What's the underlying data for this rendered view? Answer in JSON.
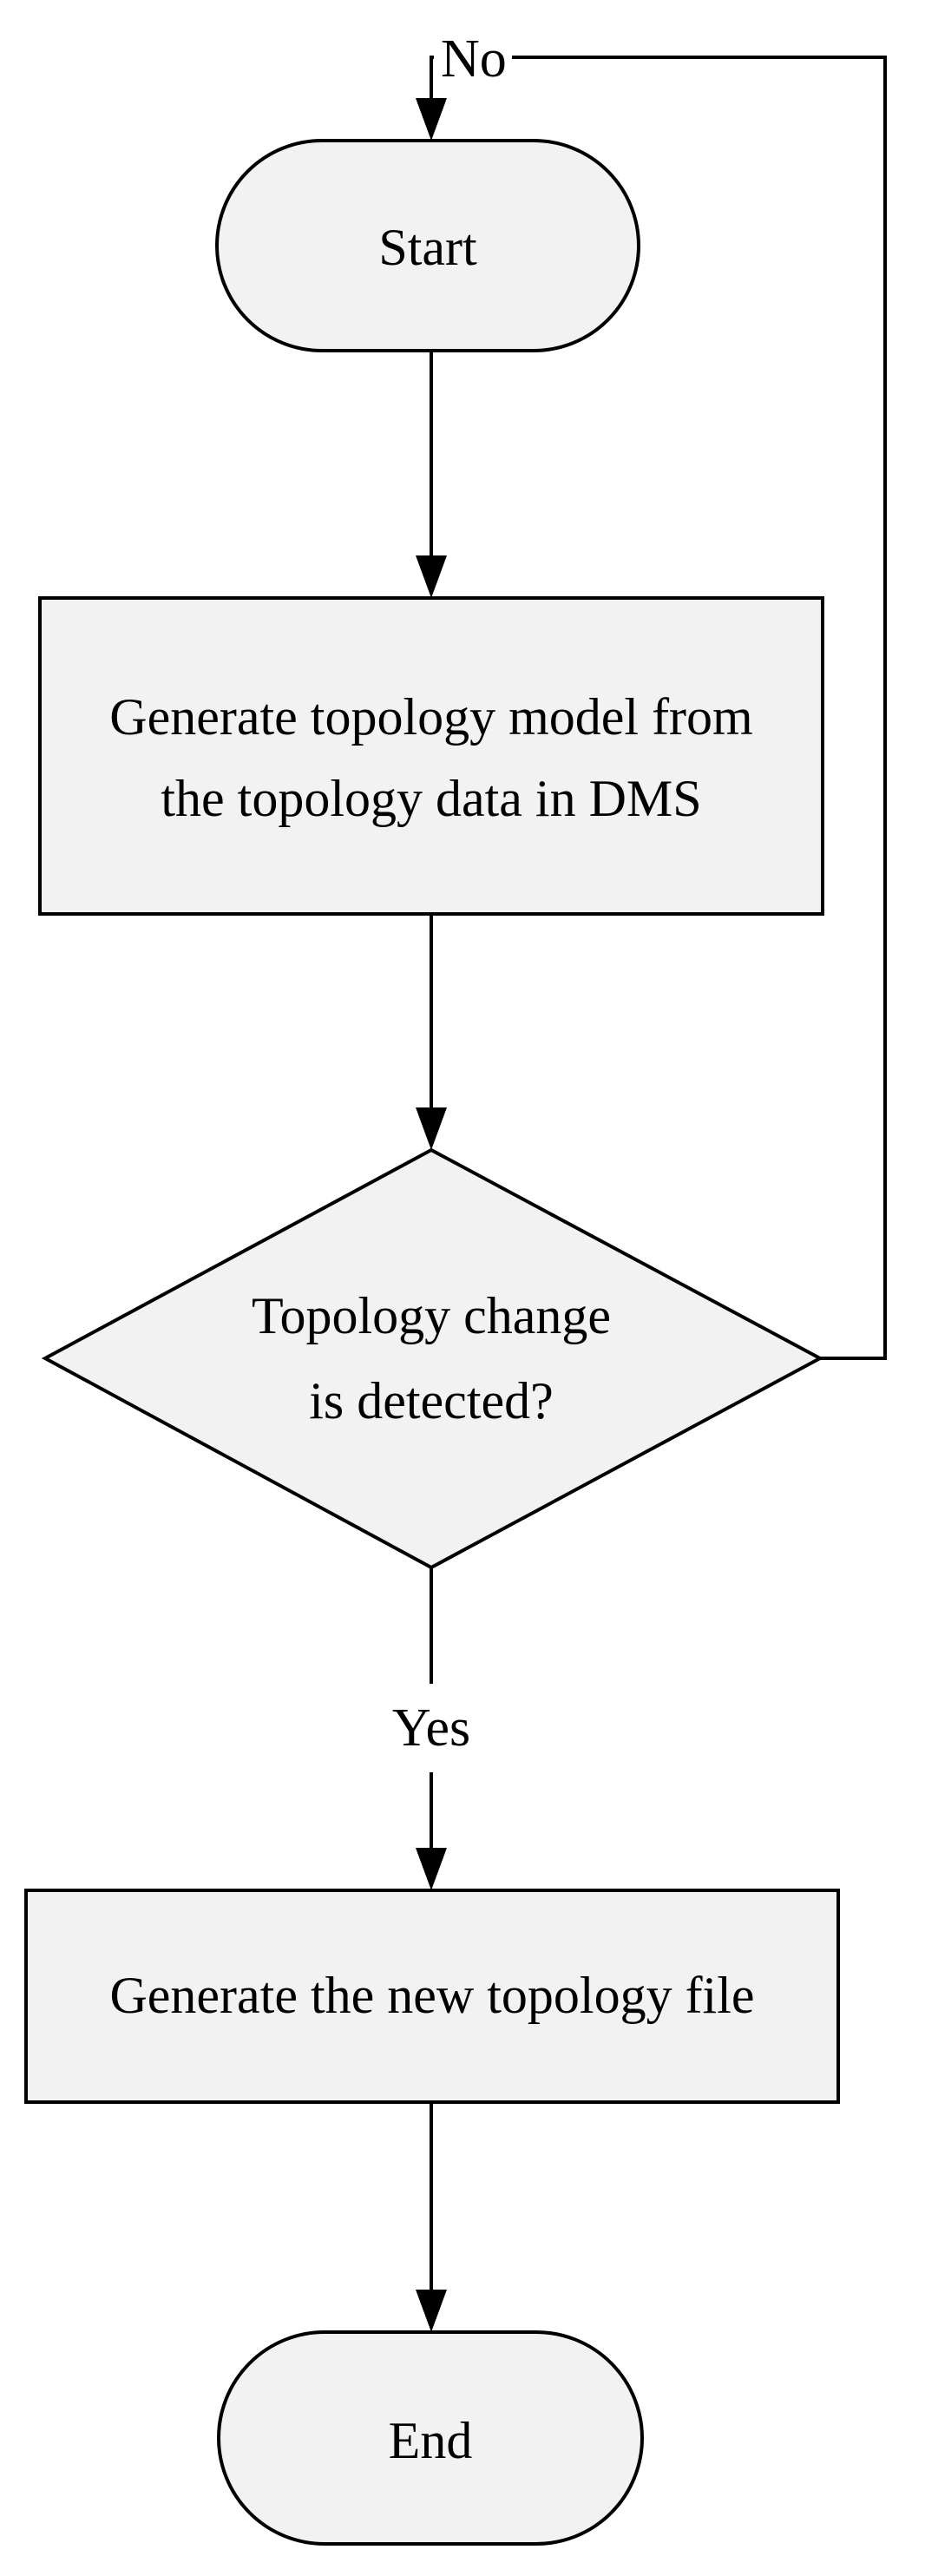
{
  "diagram": {
    "type": "flowchart",
    "nodes": [
      {
        "id": "start",
        "shape": "terminator",
        "lines": [
          "Start"
        ]
      },
      {
        "id": "generate-model",
        "shape": "process",
        "lines": [
          "Generate topology model from",
          "the topology data in DMS"
        ]
      },
      {
        "id": "topology-check",
        "shape": "decision",
        "lines": [
          "Topology change",
          "is detected?"
        ]
      },
      {
        "id": "generate-file",
        "shape": "process",
        "lines": [
          "Generate the new topology file"
        ]
      },
      {
        "id": "end",
        "shape": "terminator",
        "lines": [
          "End"
        ]
      }
    ],
    "edges": [
      {
        "from": "start",
        "to": "generate-model",
        "label": ""
      },
      {
        "from": "generate-model",
        "to": "topology-check",
        "label": ""
      },
      {
        "from": "topology-check",
        "to": "generate-file",
        "label": "Yes"
      },
      {
        "from": "generate-file",
        "to": "end",
        "label": ""
      },
      {
        "from": "topology-check",
        "to": "start",
        "label": "No"
      }
    ]
  },
  "colors": {
    "node_fill": "#f2f2f2",
    "stroke": "#000000",
    "background": "#ffffff"
  }
}
